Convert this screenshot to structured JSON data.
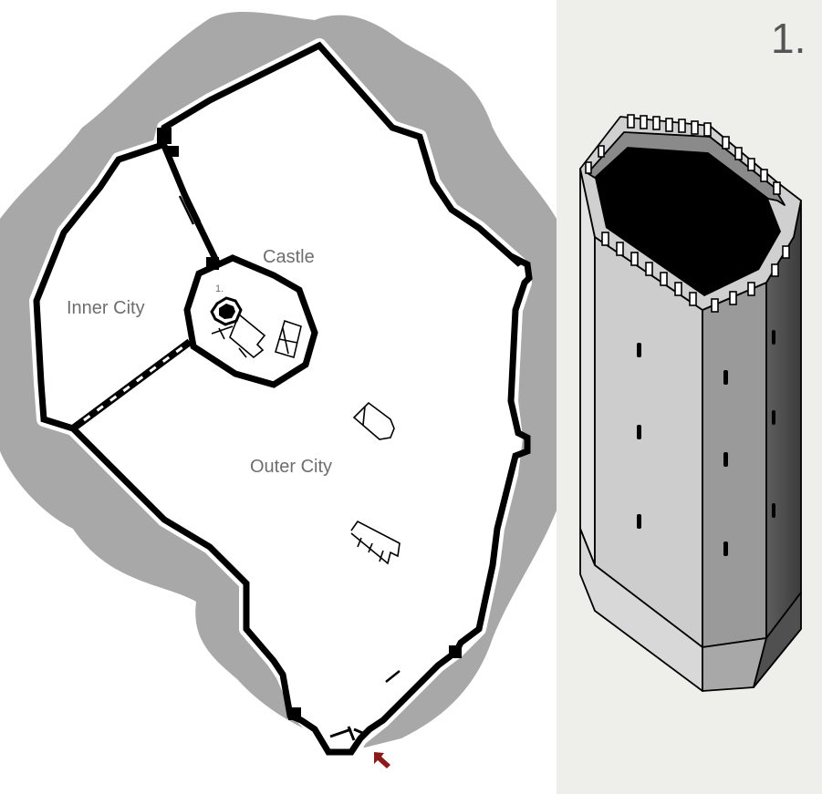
{
  "labels": {
    "castle": "Castle",
    "inner_city": "Inner City",
    "outer_city": "Outer City",
    "map_marker": "1.",
    "panel_number": "1."
  },
  "colors": {
    "terrain": "#a8a8a8",
    "wall": "#000000",
    "wall_edge": "#ffffff",
    "label_text": "#6e6e6e",
    "panel_background": "#eeeeea",
    "gate_arrow": "#8b1a1a",
    "tower_left_face": "#cdcdcd",
    "tower_mid_face": "#9a9a9a",
    "tower_right_face": "#555555"
  },
  "icons": {
    "gate_marker": "red-arrow-icon",
    "tower": "octagonal-tower-illustration"
  }
}
